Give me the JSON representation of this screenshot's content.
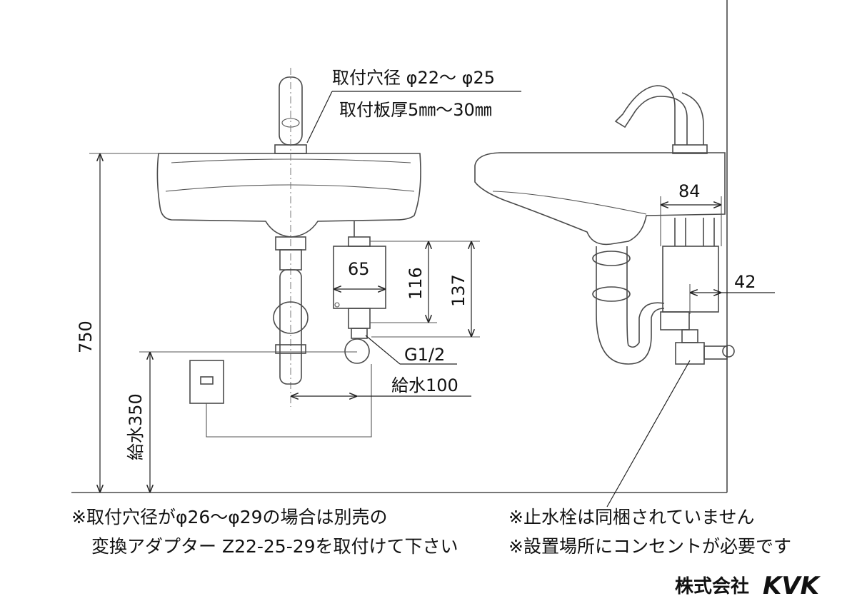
{
  "labels": {
    "mount_hole": "取付穴径 φ22～ φ25",
    "plate_thickness": "取付板厚5㎜～30㎜",
    "height_750": "750",
    "supply_350": "給水350",
    "width_65": "65",
    "height_116": "116",
    "height_137": "137",
    "thread": "G1/2",
    "supply_100": "給水100",
    "width_84": "84",
    "depth_42": "42"
  },
  "notes": {
    "left_line1": "※取付穴径がφ26～φ29の場合は別売の",
    "left_line2": "変換アダプター Z22-25-29を取付けて下さい",
    "right_line1": "※止水栓は同梱されていません",
    "right_line2": "※設置場所にコンセントが必要です"
  },
  "brand": {
    "company": "株式会社",
    "name": "KVK"
  }
}
